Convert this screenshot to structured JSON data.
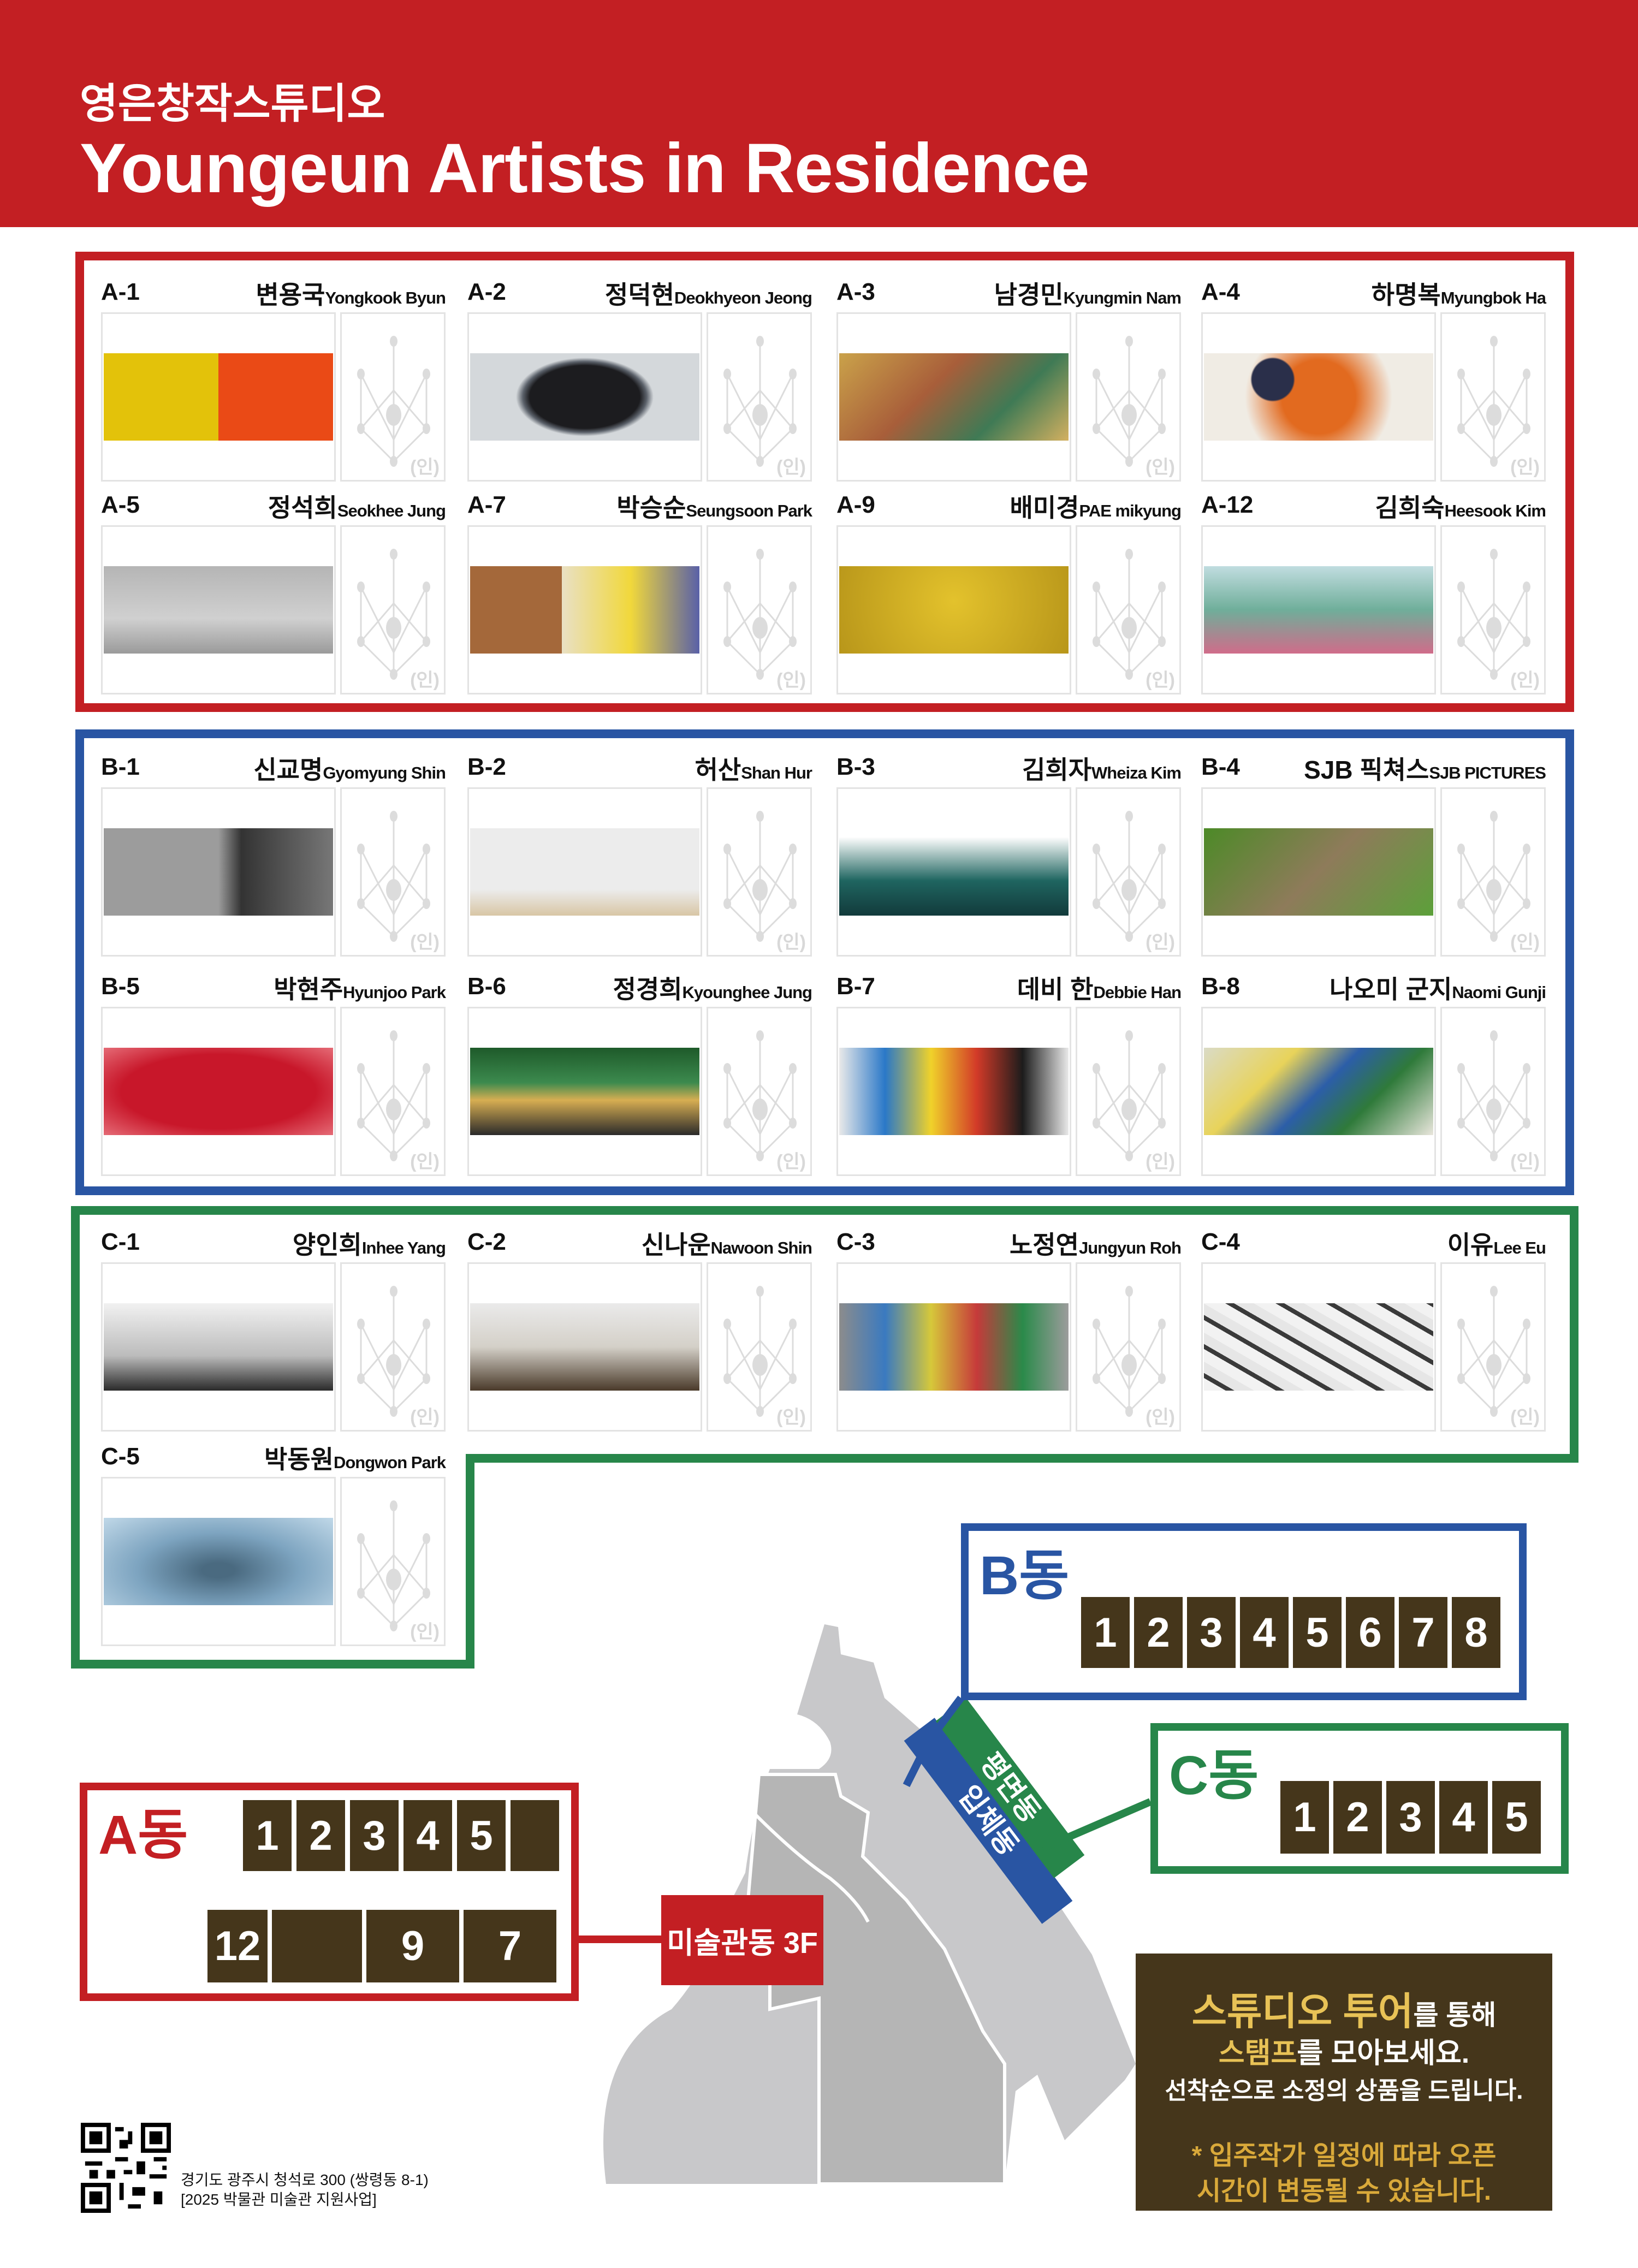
{
  "header": {
    "title_ko": "영은창작스튜디오",
    "title_en": "Youngeun Artists in Residence"
  },
  "stamp_text": "(인)",
  "colors": {
    "red": "#c31f23",
    "blue": "#2955a3",
    "green": "#27864a",
    "brown": "#45361b",
    "gold": "#e8c256"
  },
  "zones": {
    "A": [
      {
        "code": "A-1",
        "name_ko": "변용국",
        "name_en": "Yongkook Byun",
        "art": "yellow-orange-painting"
      },
      {
        "code": "A-2",
        "name_ko": "정덕현",
        "name_en": "Deokhyeon Jeong",
        "art": "dark-octagon"
      },
      {
        "code": "A-3",
        "name_ko": "남경민",
        "name_en": "Kyungmin Nam",
        "art": "interior-painting"
      },
      {
        "code": "A-4",
        "name_ko": "하명복",
        "name_en": "Myungbok Ha",
        "art": "orange-dots"
      },
      {
        "code": "A-5",
        "name_ko": "정석희",
        "name_en": "Seokhee Jung",
        "art": "airplane"
      },
      {
        "code": "A-7",
        "name_ko": "박승순",
        "name_en": "Seungsoon Park",
        "art": "abstract-collage"
      },
      {
        "code": "A-9",
        "name_ko": "배미경",
        "name_en": "PAE mikyung",
        "art": "yellow-relief"
      },
      {
        "code": "A-12",
        "name_ko": "김희숙",
        "name_en": "Heesook Kim",
        "art": "landscape"
      }
    ],
    "B": [
      {
        "code": "B-1",
        "name_ko": "신교명",
        "name_en": "Gyomyung Shin",
        "art": "stone-machine"
      },
      {
        "code": "B-2",
        "name_ko": "허산",
        "name_en": "Shan Hur",
        "art": "wall-installation"
      },
      {
        "code": "B-3",
        "name_ko": "김희자",
        "name_en": "Wheiza Kim",
        "art": "triangle"
      },
      {
        "code": "B-4",
        "name_ko": "SJB 픽쳐스",
        "name_en": "SJB PICTURES",
        "art": "leaves"
      },
      {
        "code": "B-5",
        "name_ko": "박현주",
        "name_en": "Hyunjoo Park",
        "art": "red-canvas"
      },
      {
        "code": "B-6",
        "name_ko": "정경희",
        "name_en": "Kyounghee Jung",
        "art": "golden-bowl"
      },
      {
        "code": "B-7",
        "name_ko": "데비 한",
        "name_en": "Debbie Han",
        "art": "colorful-sculpture"
      },
      {
        "code": "B-8",
        "name_ko": "나오미 군지",
        "name_en": "Naomi Gunji",
        "art": "glass-painting"
      }
    ],
    "C": [
      {
        "code": "C-1",
        "name_ko": "양인희",
        "name_en": "Inhee Yang",
        "art": "gallery"
      },
      {
        "code": "C-2",
        "name_ko": "신나운",
        "name_en": "Nawoon Shin",
        "art": "cone-sculpture"
      },
      {
        "code": "C-3",
        "name_ko": "노정연",
        "name_en": "Jungyun Roh",
        "art": "wall-paintings"
      },
      {
        "code": "C-4",
        "name_ko": "이유",
        "name_en": "Lee Eu",
        "art": "brush-strokes"
      },
      {
        "code": "C-5",
        "name_ko": "박동원",
        "name_en": "Dongwon Park",
        "art": "blue-resin"
      }
    ]
  },
  "map": {
    "a_label": "A동",
    "a_row1": [
      "1",
      "2",
      "3",
      "4",
      "5",
      ""
    ],
    "a_row2": [
      "12",
      "",
      "9",
      "7"
    ],
    "b_label": "B동",
    "b_tiles": [
      "1",
      "2",
      "3",
      "4",
      "5",
      "6",
      "7",
      "8"
    ],
    "c_label": "C동",
    "c_tiles": [
      "1",
      "2",
      "3",
      "4",
      "5"
    ],
    "museum_label": "미술관동 3F",
    "flat_label": "평면동",
    "solid_label": "입체동"
  },
  "info": {
    "line1_hl": "스튜디오 투어",
    "line1_rest": "를 통해",
    "line2_hl": "스탬프",
    "line2_rest": "를 모아보세요.",
    "line3": "선착순으로 소정의 상품을 드립니다.",
    "note1": "* 입주작가 일정에 따라 오픈",
    "note2": "시간이 변동될 수 있습니다."
  },
  "footer": {
    "address": "경기도 광주시 청석로 300 (쌍령동 8-1)",
    "program": "[2025 박물관 미술관 지원사업]"
  }
}
